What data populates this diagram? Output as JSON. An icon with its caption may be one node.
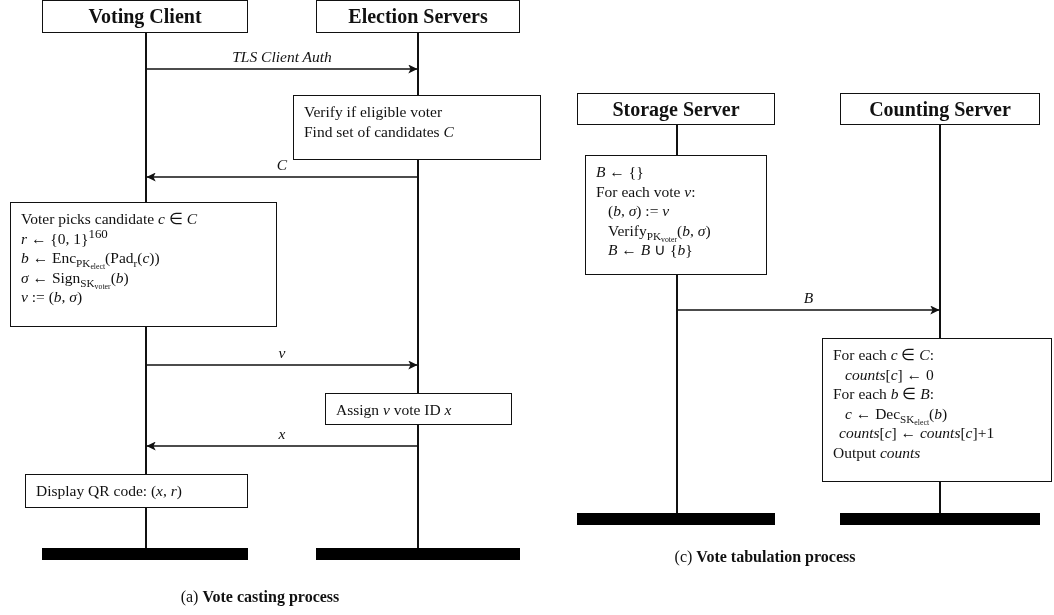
{
  "diagram": {
    "nodes": [
      {
        "text": [
          "Voting Client"
        ]
      },
      {
        "text": [
          "Election Servers"
        ]
      },
      {
        "text": [],
        "shape": "line"
      },
      {
        "text": [],
        "shape": "line"
      },
      {
        "text": [
          "Verify if eligible voter",
          "Find set of candidates *C*"
        ]
      },
      {
        "text": [
          "Voter picks candidate *c* ∈ *C*",
          "*r* ← {0, 1}$^{160}$",
          "*b* ← Enc$_{PK}$$_{elect}$(Pad$_{r}$(*c*))",
          "*σ* ← Sign$_{SK}$$_{voter}$(*b*)",
          "*v* := (*b*, *σ*)"
        ]
      },
      {
        "text": [
          "Assign *v* vote ID *x*"
        ]
      },
      {
        "text": [
          "Display QR code: (*x*, *r*)"
        ]
      },
      {
        "text": [],
        "shape": "bar"
      },
      {
        "text": [],
        "shape": "bar"
      },
      {
        "text": [
          "Storage Server"
        ]
      },
      {
        "text": [
          "Counting Server"
        ]
      },
      {
        "text": [],
        "shape": "line"
      },
      {
        "text": [],
        "shape": "line"
      },
      {
        "text": [
          "*B* ← {}",
          "For each vote *v*:",
          "(*b*, *σ*) := *v*",
          "Verify$_{PK}$$_{voter}$(*b*, *σ*)",
          "*B* ← *B* ∪ {*b*}"
        ]
      },
      {
        "text": [
          "For each *c* ∈ *C*:",
          "*counts*[*c*] ← 0",
          "For each *b* ∈ *B*:",
          "*c* ← Dec$_{SK}$$_{elect}$(*b*)",
          "*counts*[*c*] ← *counts*[*c*]+1",
          "Output *counts*"
        ]
      },
      {
        "text": [],
        "shape": "bar"
      },
      {
        "text": [],
        "shape": "bar"
      }
    ],
    "edges": [
      {
        "from": 2,
        "to": 3,
        "arrow": "to",
        "label": "TLS Client Auth"
      },
      {
        "from": 3,
        "to": 2,
        "arrow": "to",
        "label": "C"
      },
      {
        "from": 2,
        "to": 3,
        "arrow": "to",
        "label": "v"
      },
      {
        "from": 3,
        "to": 2,
        "arrow": "to",
        "label": "x"
      },
      {
        "from": 12,
        "to": 13,
        "arrow": "to",
        "label": "B"
      }
    ],
    "labels": [
      "(a) **Vote casting process**",
      "(c) **Vote tabulation process**"
    ]
  }
}
